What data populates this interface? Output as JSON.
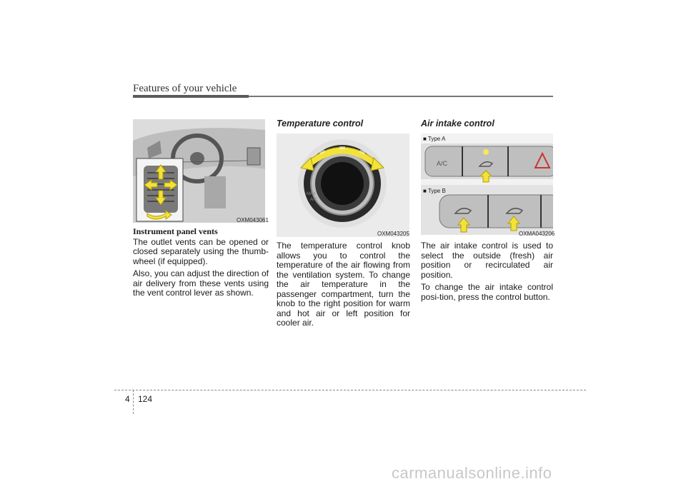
{
  "header": {
    "title": "Features of your vehicle"
  },
  "col1": {
    "figure_code": "OXM043061",
    "subheading": "Instrument panel vents",
    "paragraphs": [
      "The outlet vents can be opened or closed separately using the thumb-wheel (if equipped).",
      "Also, you can adjust the direction of air delivery from these vents using the vent control lever as shown."
    ]
  },
  "col2": {
    "heading": "Temperature control",
    "figure_code": "OXM043205",
    "knob_labels": {
      "max": "MAX",
      "ac": "A/C"
    },
    "paragraphs": [
      "The temperature control knob allows you to control the temperature of the air flowing from the ventilation system. To change the air temperature in the passenger compartment, turn the knob to the right position for warm and hot air or left position for cooler air."
    ]
  },
  "col3": {
    "heading": "Air intake control",
    "figure_code": "OXMA043206",
    "type_a_label": "■ Type A",
    "type_b_label": "■ Type B",
    "ac_button_label": "A/C",
    "paragraphs": [
      "The air intake control is used to select the outside (fresh) air position or recirculated air position.",
      "To change the air intake control posi-tion, press the control button."
    ]
  },
  "footer": {
    "chapter": "4",
    "page": "124"
  },
  "watermark": "carmanualsonline.info",
  "colors": {
    "arrow": "#f2e33a",
    "arrow_outline": "#b59b00",
    "rule": "#5a5a5a"
  }
}
